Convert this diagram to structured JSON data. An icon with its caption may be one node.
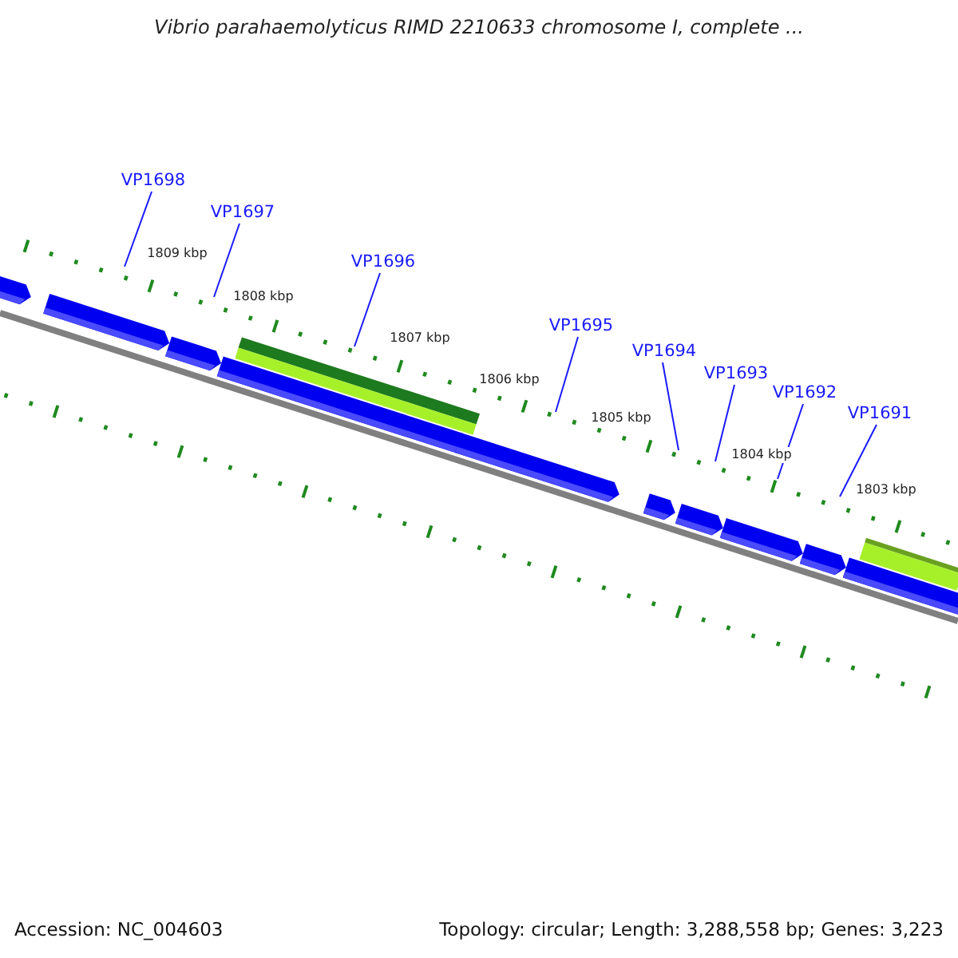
{
  "diagram": {
    "title": "Vibrio parahaemolyticus RIMD 2210633 chromosome I, complete ...",
    "nodes": [
      {
        "text": [
          "VP1698"
        ]
      },
      {
        "text": [
          "VP1697"
        ]
      },
      {
        "text": [
          "VP1696"
        ]
      },
      {
        "text": [
          "VP1695"
        ]
      },
      {
        "text": [
          "VP1694"
        ]
      },
      {
        "text": [
          "VP1693"
        ]
      },
      {
        "text": [
          "VP1692"
        ]
      },
      {
        "text": [
          "VP1691"
        ]
      }
    ],
    "edges": [
      {
        "from": 0,
        "to": null,
        "arrow": "none"
      },
      {
        "from": 1,
        "to": null,
        "arrow": "none"
      },
      {
        "from": 2,
        "to": null,
        "arrow": "none"
      },
      {
        "from": 3,
        "to": null,
        "arrow": "none"
      },
      {
        "from": 4,
        "to": null,
        "arrow": "none"
      },
      {
        "from": 5,
        "to": null,
        "arrow": "none"
      },
      {
        "from": 6,
        "to": null,
        "arrow": "none"
      },
      {
        "from": 7,
        "to": null,
        "arrow": "none"
      }
    ],
    "labels": [
      "1809 kbp",
      "1808 kbp",
      "1807 kbp",
      "1806 kbp",
      "1805 kbp",
      "1804 kbp",
      "1803 kbp",
      "Accession: NC_004603",
      "Topology: circular; Length: 3,288,558 bp; Genes: 3,223"
    ]
  }
}
